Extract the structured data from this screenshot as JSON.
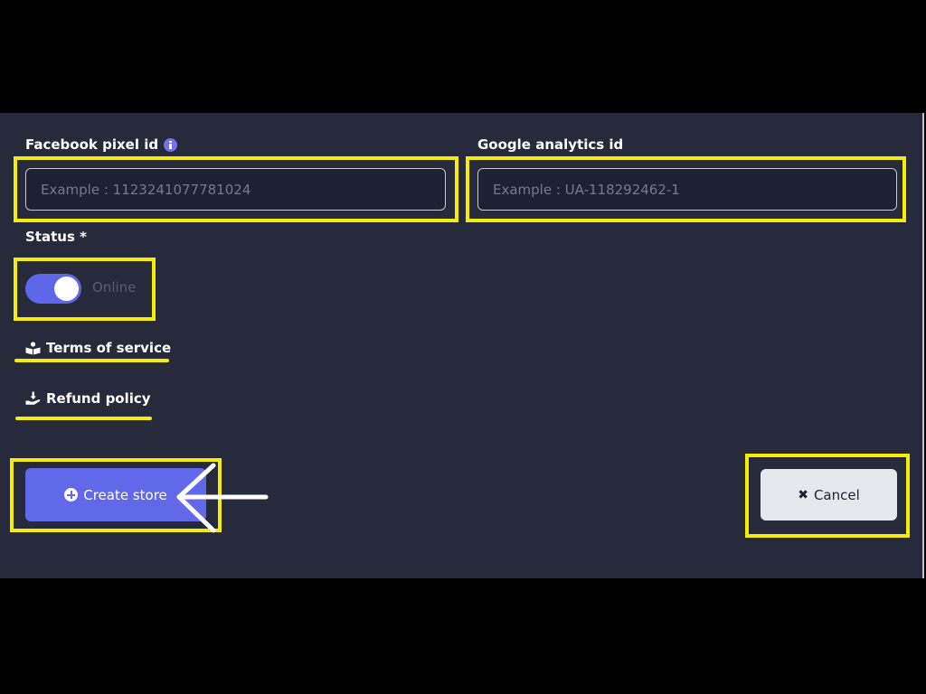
{
  "form": {
    "facebook_label": "Facebook pixel id",
    "facebook_placeholder": "Example : 1123241077781024",
    "google_label": "Google analytics id",
    "google_placeholder": "Example : UA-118292462-1",
    "status_label": "Status *",
    "status_state": "Online",
    "status_on": true
  },
  "links": {
    "terms": "Terms of service",
    "refund": "Refund policy"
  },
  "actions": {
    "create_label": "Create store",
    "cancel_label": "Cancel",
    "cancel_glyph": "✖"
  },
  "colors": {
    "panel_bg": "#262a3b",
    "accent": "#6169e9",
    "annotation": "#f5ec08",
    "input_bg": "#1e2132"
  },
  "icons": {
    "facebook_info": "info-circle-icon",
    "terms": "book-reader-icon",
    "refund": "hand-holding-icon",
    "create": "plus-circle-icon",
    "cancel": "times-icon",
    "annotation_arrow": "arrow-left-icon"
  }
}
